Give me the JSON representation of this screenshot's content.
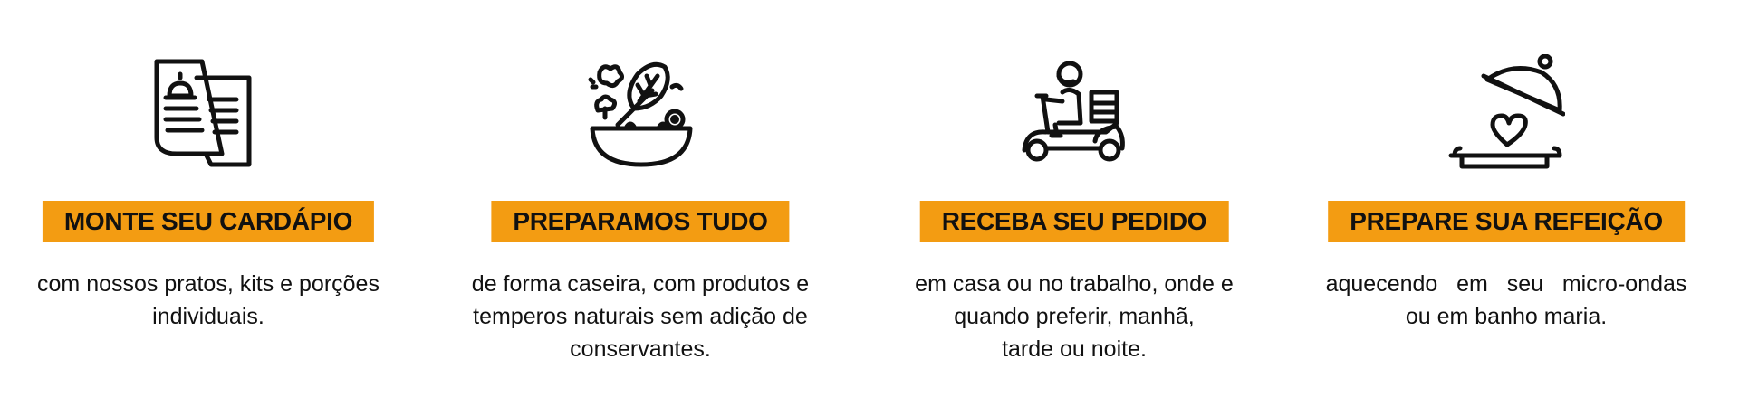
{
  "accent_color": "#f39c12",
  "steps": [
    {
      "icon": "menu-document-icon",
      "title": "MONTE SEU CARDÁPIO",
      "lines": [
        "com nossos pratos, kits e porções",
        "individuais."
      ]
    },
    {
      "icon": "salad-bowl-icon",
      "title": "PREPARAMOS TUDO",
      "lines": [
        "de forma caseira, com produtos e",
        "temperos naturais sem adição de",
        "conservantes."
      ]
    },
    {
      "icon": "delivery-scooter-icon",
      "title": "RECEBA SEU PEDIDO",
      "lines": [
        "em casa ou no trabalho, onde e",
        "quando preferir, manhã,",
        "tarde ou noite."
      ]
    },
    {
      "icon": "cloche-heart-icon",
      "title": "PREPARE SUA REFEIÇÃO",
      "lines": [
        "aquecendo   em   seu   micro-ondas",
        "ou em banho maria."
      ]
    }
  ]
}
